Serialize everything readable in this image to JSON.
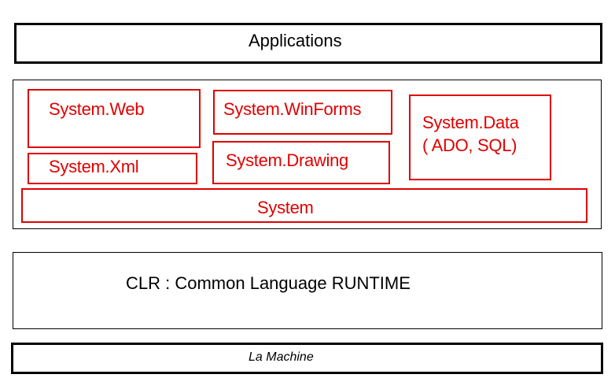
{
  "applications": {
    "label": "Applications"
  },
  "framework": {
    "system_web": "System.Web",
    "system_winforms": "System.WinForms",
    "system_data_line1": "System.Data",
    "system_data_line2": "( ADO, SQL)",
    "system_xml": "System.Xml",
    "system_drawing": "System.Drawing",
    "system": "System"
  },
  "clr": {
    "label": "CLR : Common Language RUNTIME"
  },
  "machine": {
    "label": "La Machine"
  },
  "colors": {
    "outline": "#000000",
    "framework": "#e00000"
  }
}
